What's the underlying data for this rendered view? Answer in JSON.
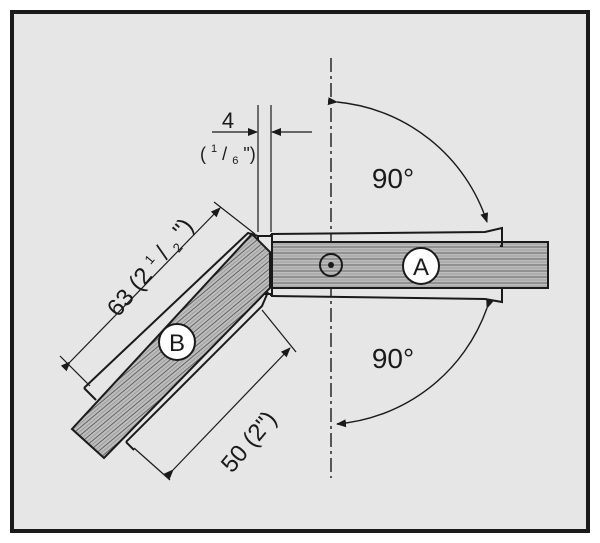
{
  "colors": {
    "background": "#e6e6e6",
    "frame": "#1a1a1a",
    "glass_fill": "#b8b8b8",
    "glass_stripe": "#4a4a4a",
    "label_circle": "#ffffff"
  },
  "labels": {
    "panel_a": "A",
    "panel_b": "B",
    "gap_value": "4",
    "gap_fraction_num": "1",
    "gap_fraction_den": "6",
    "gap_open": "(",
    "gap_close": "\")",
    "angle_top": "90°",
    "angle_bottom": "90°",
    "dim_63_value": "63",
    "dim_63_paren_open": " (2",
    "dim_63_frac_num": "1",
    "dim_63_frac_den": "2",
    "dim_63_paren_close": "\")",
    "dim_50": "50 (2\")"
  },
  "icons": {
    "pivot": "pivot-circle-icon"
  }
}
